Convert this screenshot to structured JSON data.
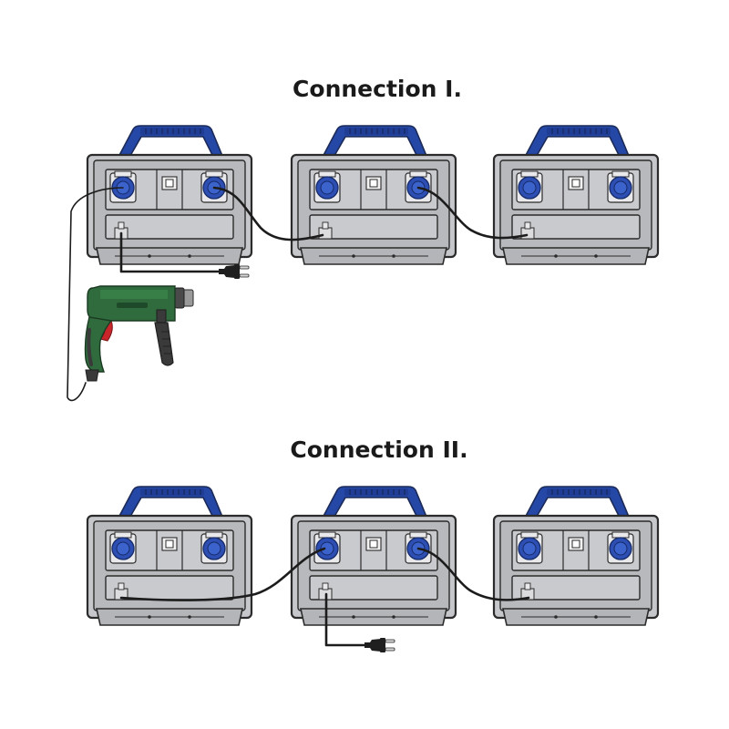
{
  "sections": [
    {
      "title": "Connection I."
    },
    {
      "title": "Connection II."
    }
  ],
  "colors": {
    "handle": "#2547a6",
    "socket": "#2d4fb3",
    "case": "#c6c7cb",
    "cable": "#1c1c1c",
    "drill_body": "#2f6b3c",
    "drill_accent": "#c8262b"
  },
  "icons": [
    "power-station-unit",
    "power-socket",
    "power-plug",
    "power-drill-icon"
  ]
}
